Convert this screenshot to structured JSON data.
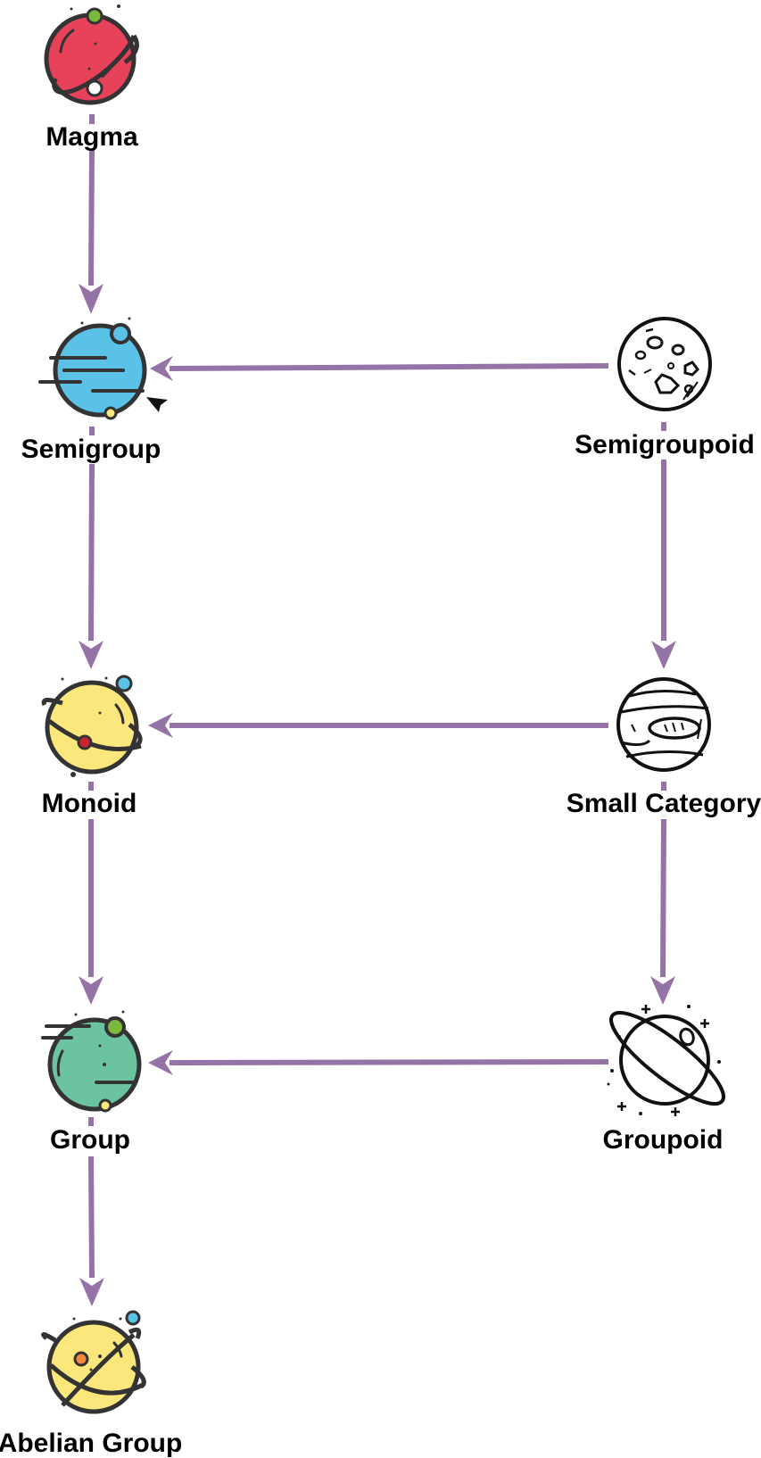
{
  "nodes": {
    "magma": {
      "label": "Magma",
      "icon": "planet-red-icon"
    },
    "semigroup": {
      "label": "Semigroup",
      "icon": "planet-blue-icon"
    },
    "semigroupoid": {
      "label": "Semigroupoid",
      "icon": "moon-crater-icon"
    },
    "monoid": {
      "label": "Monoid",
      "icon": "planet-yellow-orbit-icon"
    },
    "small_category": {
      "label": "Small Category",
      "icon": "planet-striped-icon"
    },
    "group": {
      "label": "Group",
      "icon": "planet-green-icon"
    },
    "groupoid": {
      "label": "Groupoid",
      "icon": "planet-ringed-icon"
    },
    "abelian_group": {
      "label": "Abelian Group",
      "icon": "planet-yellow-double-orbit-icon"
    }
  },
  "edges": [
    {
      "from": "Magma",
      "to": "Semigroup"
    },
    {
      "from": "Semigroupoid",
      "to": "Semigroup"
    },
    {
      "from": "Semigroup",
      "to": "Monoid"
    },
    {
      "from": "Semigroupoid",
      "to": "Small Category"
    },
    {
      "from": "Small Category",
      "to": "Monoid"
    },
    {
      "from": "Monoid",
      "to": "Group"
    },
    {
      "from": "Small Category",
      "to": "Groupoid"
    },
    {
      "from": "Groupoid",
      "to": "Group"
    },
    {
      "from": "Group",
      "to": "Abelian Group"
    }
  ],
  "colors": {
    "edge": "#9673a6",
    "outline": "#333333",
    "red": "#e8415a",
    "blue": "#5bc2e7",
    "yellow": "#fce77d",
    "green": "#6cc3a0",
    "lime": "#7bb83b",
    "orange": "#f0883e",
    "darkred": "#cc2233"
  }
}
